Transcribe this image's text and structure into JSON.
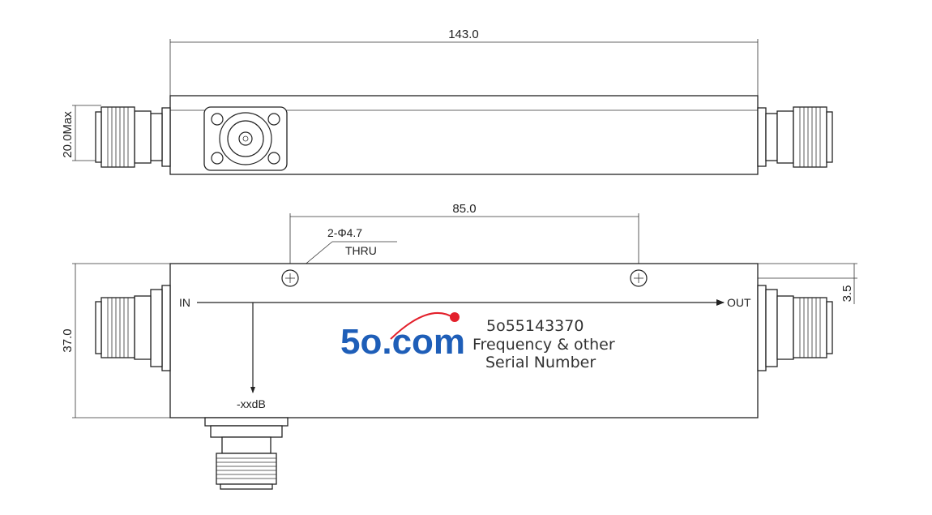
{
  "dimensions": {
    "length": "143.0",
    "height_top": "20.0Max",
    "hole_spacing": "85.0",
    "hole_note_line1": "2-Φ4.7",
    "hole_note_line2": "THRU",
    "width": "37.0",
    "hole_offset": "3.5"
  },
  "ports": {
    "input": "IN",
    "output": "OUT",
    "coupled": "-xxdB"
  },
  "label": {
    "logo": "5o.com",
    "part_number": "5o55143370",
    "line2": "Frequency & other",
    "line3": "Serial Number"
  },
  "colors": {
    "logo_blue": "#1e5eb8",
    "logo_dot_red": "#e3202b"
  }
}
